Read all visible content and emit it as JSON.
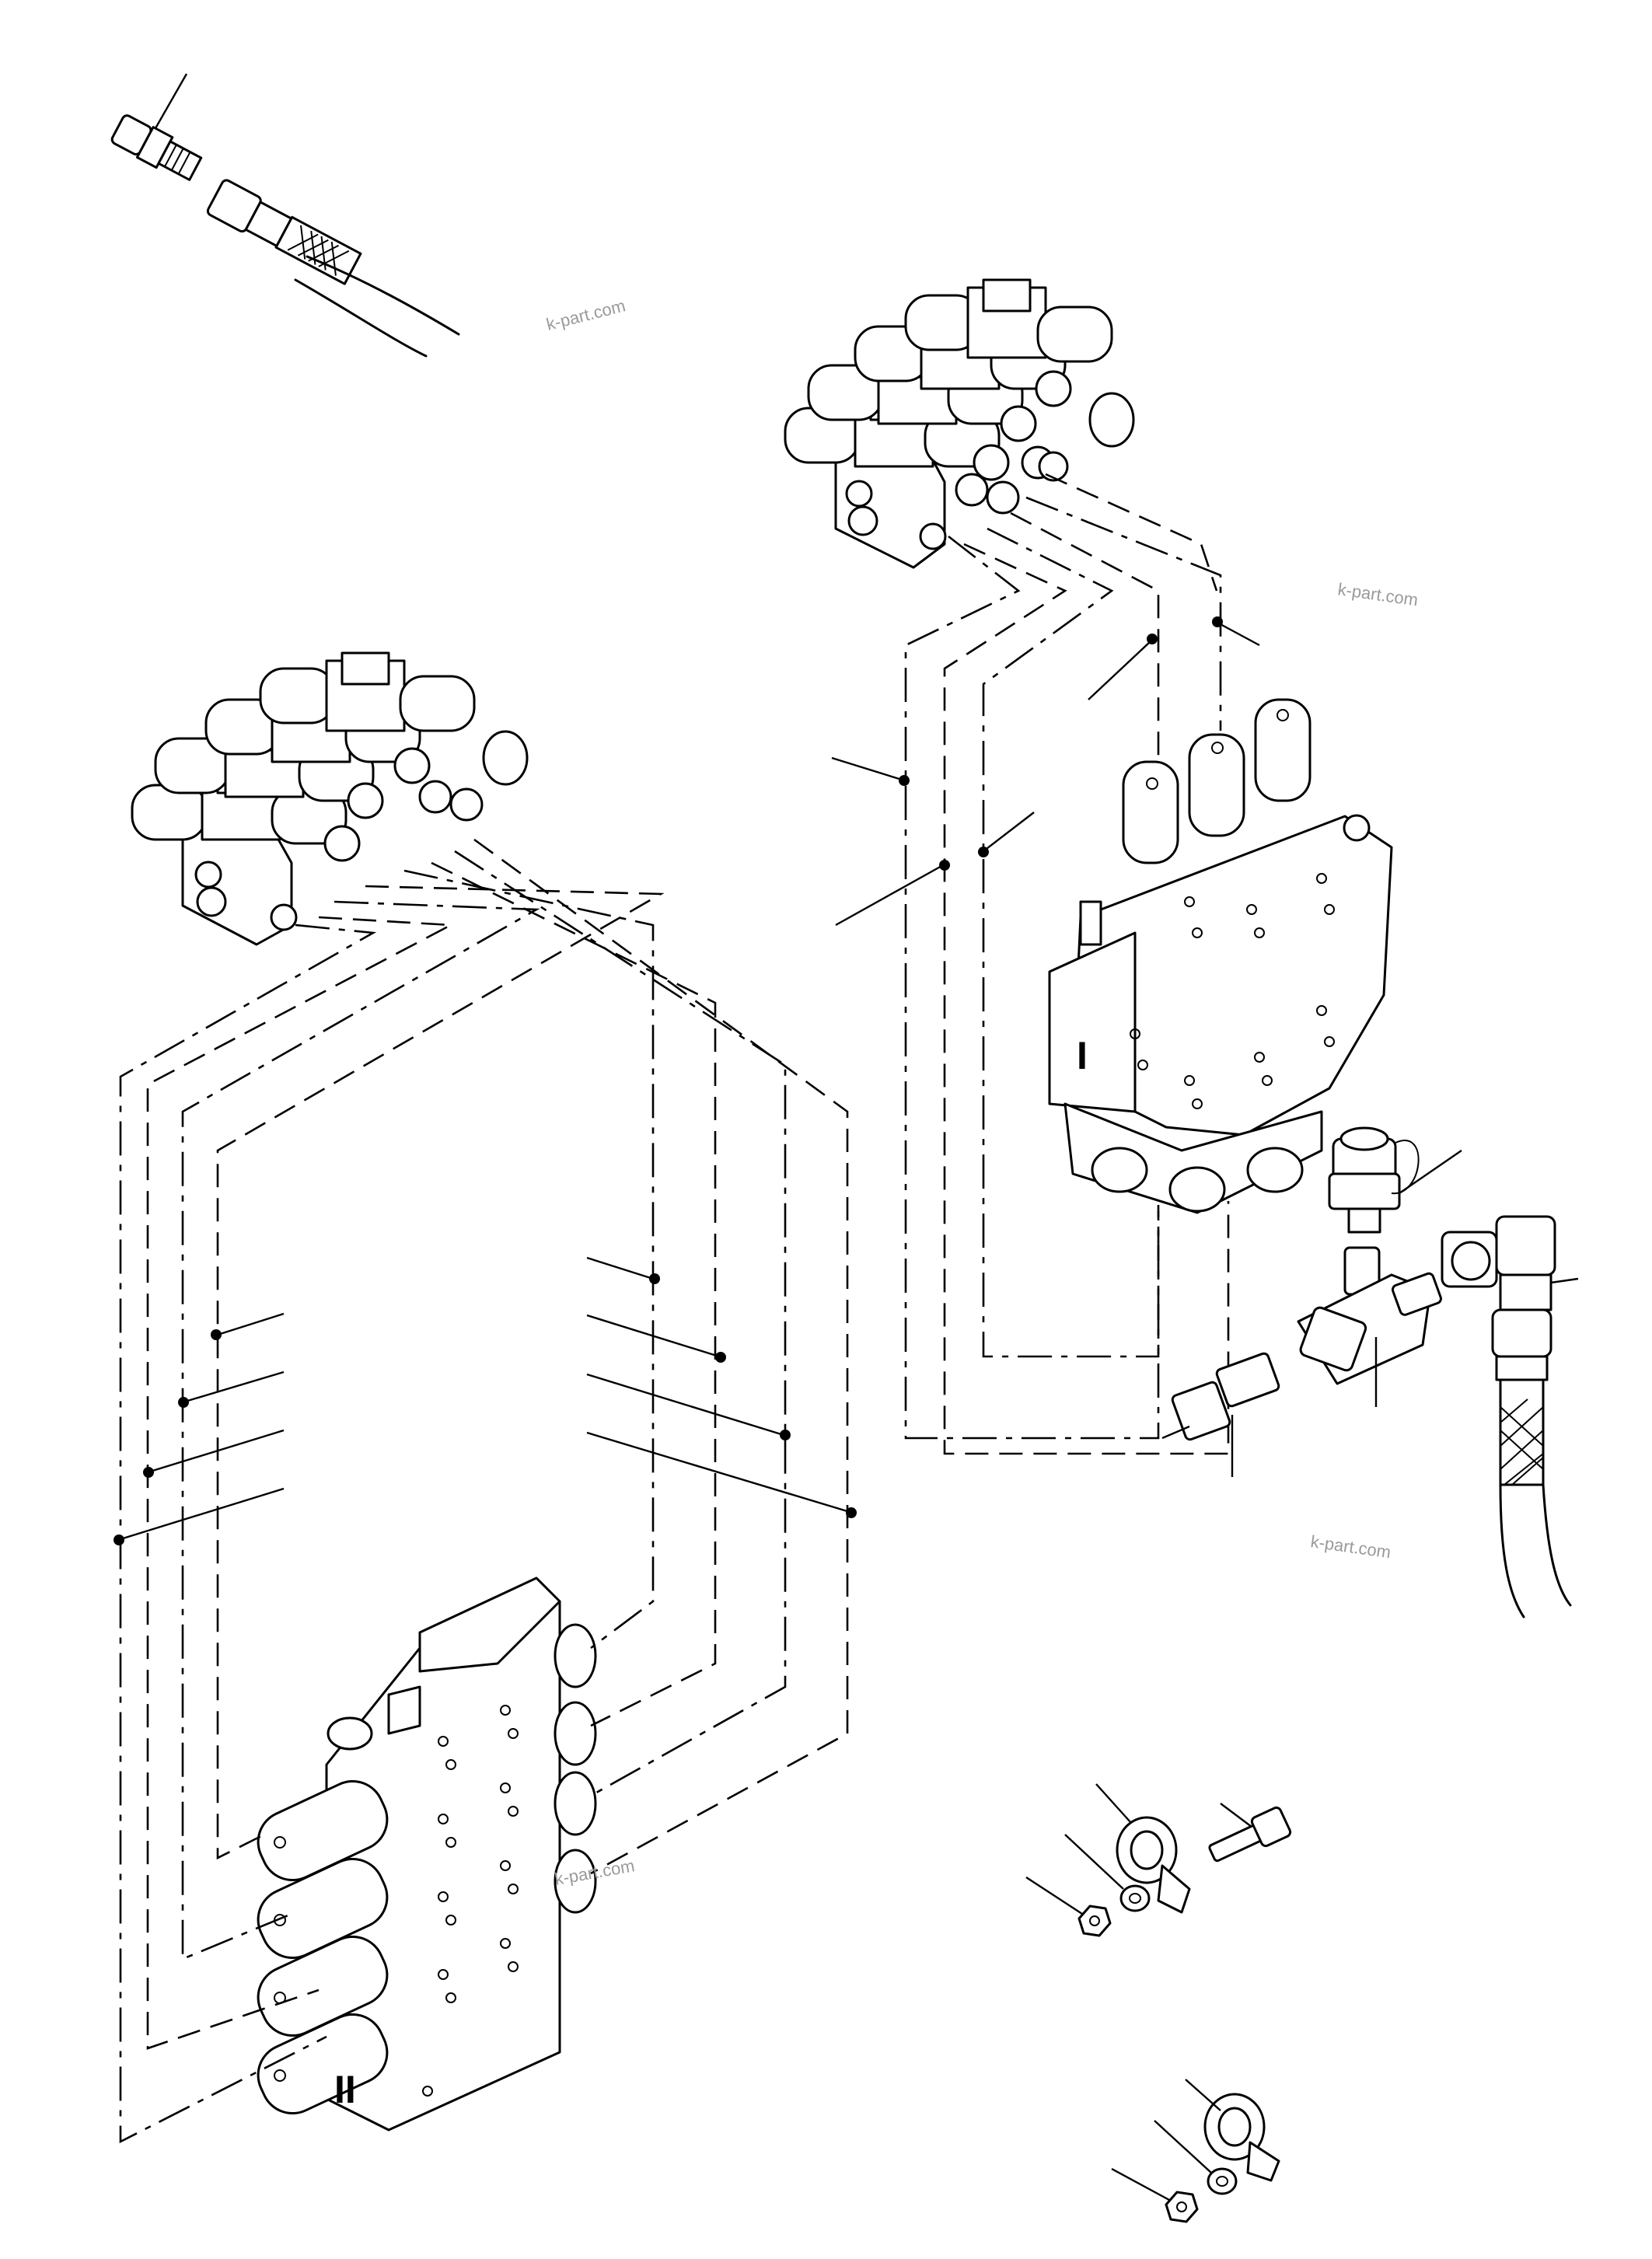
{
  "diagram": {
    "valve_labels": {
      "valve_block_1": "I",
      "valve_block_2": "II"
    },
    "watermarks": [
      "k-part.com",
      "k-part.com",
      "k-part.com",
      "k-part.com"
    ],
    "icons": {
      "hose": "hose-icon",
      "solenoid": "solenoid-valve-icon",
      "valve_block": "control-valve-block-icon",
      "fitting": "fitting-icon",
      "clamp": "hose-clamp-icon",
      "bolt": "bolt-icon",
      "nut": "nut-icon",
      "washer": "washer-icon"
    },
    "colors": {
      "ink": "#000000",
      "paper": "#ffffff",
      "watermark": "#9a9a9a"
    }
  }
}
